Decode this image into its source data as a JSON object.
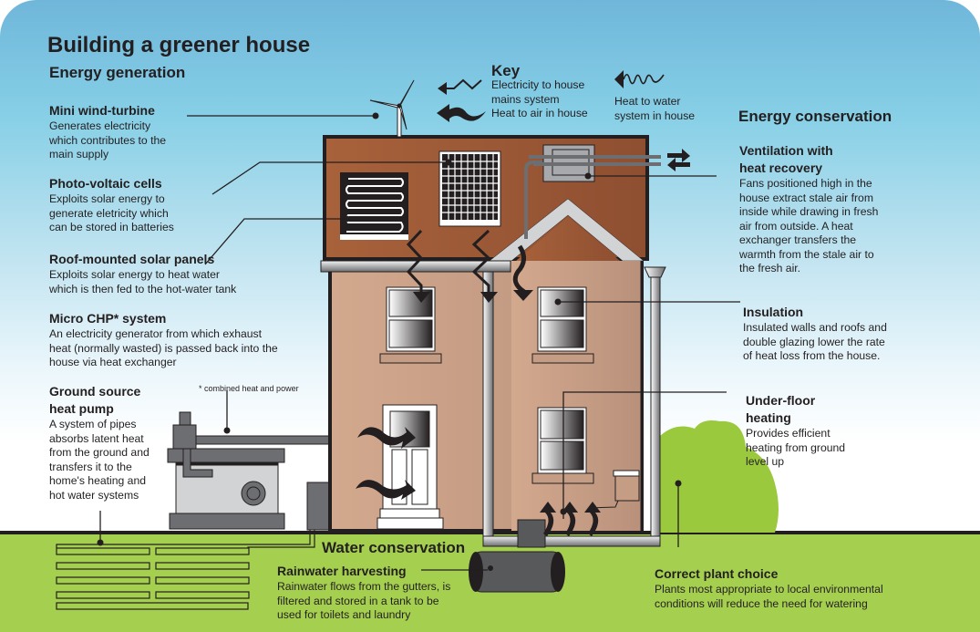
{
  "title": "Building a greener house",
  "sections": {
    "energy_generation": "Energy generation",
    "energy_conservation": "Energy conservation",
    "water_conservation": "Water conservation"
  },
  "key": {
    "title": "Key",
    "items": [
      {
        "icon": "zigzag-arrow-icon",
        "label_lines": [
          "Electricity to house",
          "mains system"
        ]
      },
      {
        "icon": "wavy-arrow-icon",
        "label_lines": [
          "Heat to air in house"
        ]
      },
      {
        "icon": "squiggle-arrow-icon",
        "label_lines": [
          "Heat to water",
          "system in house"
        ]
      }
    ]
  },
  "footnote": "* combined heat and power",
  "labels": {
    "wind_turbine": {
      "heading": "Mini wind-turbine",
      "lines": [
        "Generates electricity",
        "which contributes to the",
        "main supply"
      ]
    },
    "photovoltaic": {
      "heading": "Photo-voltaic cells",
      "lines": [
        "Exploits solar energy to",
        "generate eletricity which",
        "can be stored in batteries"
      ]
    },
    "solar_panels": {
      "heading": "Roof-mounted solar panels",
      "lines": [
        "Exploits solar energy to heat water",
        "which is then fed to the hot-water tank"
      ]
    },
    "micro_chp": {
      "heading": "Micro CHP* system",
      "lines": [
        "An electricity generator from which exhaust",
        "heat (normally wasted) is passed back into the",
        "house via heat exchanger"
      ]
    },
    "ground_source": {
      "heading_lines": [
        "Ground source",
        "heat pump"
      ],
      "lines": [
        "A system of pipes",
        "absorbs latent heat",
        "from the ground and",
        "transfers it to the",
        "home's heating and",
        "hot water systems"
      ]
    },
    "ventilation": {
      "heading_lines": [
        "Ventilation with",
        "heat recovery"
      ],
      "lines": [
        "Fans positioned high in the",
        "house extract stale air from",
        "inside while drawing in fresh",
        "air from outside. A heat",
        "exchanger transfers the",
        "warmth from the stale air to",
        "the fresh air."
      ]
    },
    "insulation": {
      "heading": "Insulation",
      "lines": [
        "Insulated walls and roofs and",
        "double glazing lower the rate",
        "of heat loss from the house."
      ]
    },
    "underfloor": {
      "heading_lines": [
        "Under-floor",
        "heating"
      ],
      "lines": [
        "Provides efficient",
        "heating from ground",
        "level up"
      ]
    },
    "rainwater": {
      "heading": "Rainwater harvesting",
      "lines": [
        "Rainwater flows from the gutters, is",
        "filtered and stored in a tank to be",
        "used for toilets and laundry"
      ]
    },
    "plant_choice": {
      "heading": "Correct plant choice",
      "lines": [
        "Plants most appropriate to local environmental",
        "conditions will reduce the need for watering"
      ]
    }
  },
  "colors": {
    "roof": "#9a5634",
    "wall": "#c59c84",
    "grass": "#a5cf4f",
    "bush": "#9bc93d",
    "outline": "#231f20",
    "metal": "#6d6e71",
    "metal_light": "#d1d3d4"
  }
}
